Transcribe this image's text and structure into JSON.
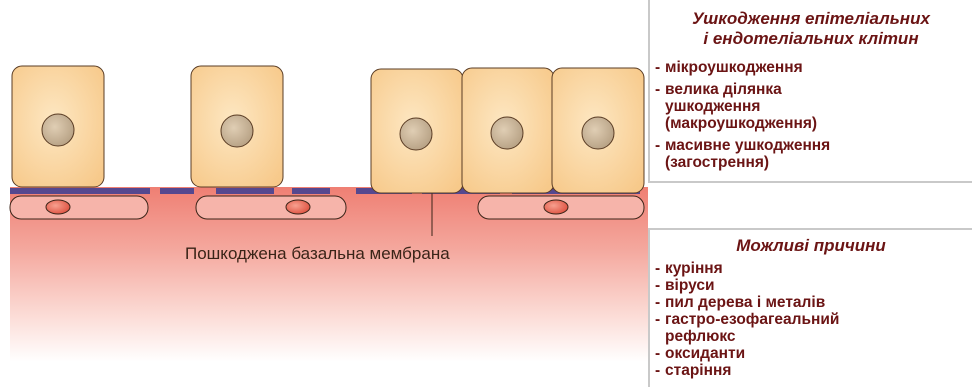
{
  "caption": "Пошкоджена базальна мембрана",
  "damage_panel": {
    "title_line1": "Ушкодження епітеліальних",
    "title_line2": "і ендотеліальних клітин",
    "items": [
      "мікроушкодження",
      "велика ділянка\nушкодження\n(макроушкодження)",
      "масивне ушкодження\n(загострення)"
    ]
  },
  "causes_panel": {
    "title": "Можливі причини",
    "items": [
      "куріння",
      "віруси",
      "пил дерева і металів",
      "гастро-езофагеальний\nрефлюкс",
      "оксиданти",
      "старіння"
    ]
  },
  "colors": {
    "cell_fill": "#fbd9a2",
    "nucleus": "#c9b396",
    "membrane": "#55488f",
    "tissue": "#f08a7e",
    "endothelial_nucleus": "#e8614f",
    "panel_text": "#6b1414"
  }
}
